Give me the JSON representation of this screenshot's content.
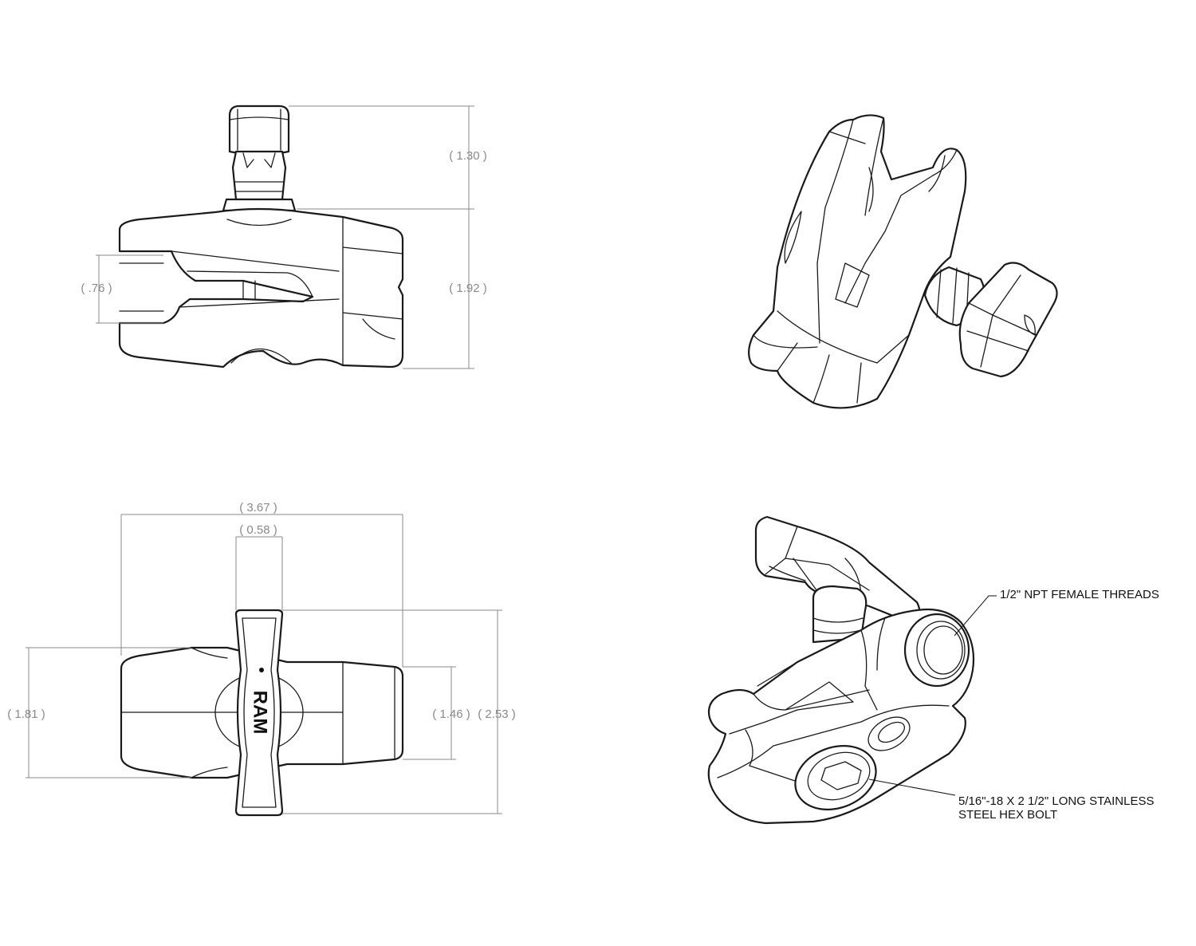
{
  "dimensions": {
    "top_knob_height": "( 1.30 )",
    "socket_gap": "( .76 )",
    "body_height": "( 1.92 )",
    "overall_length": "( 3.67 )",
    "knob_width": "( 0.58 )",
    "body_width": "( 1.81 )",
    "end_width": "( 1.46 )",
    "knob_length": "( 2.53 )"
  },
  "callouts": {
    "threads": "1/2\" NPT FEMALE THREADS",
    "bolt_line1": "5/16\"-18 X 2 1/2\" LONG STAINLESS",
    "bolt_line2": "STEEL HEX BOLT"
  },
  "brand": "RAM"
}
